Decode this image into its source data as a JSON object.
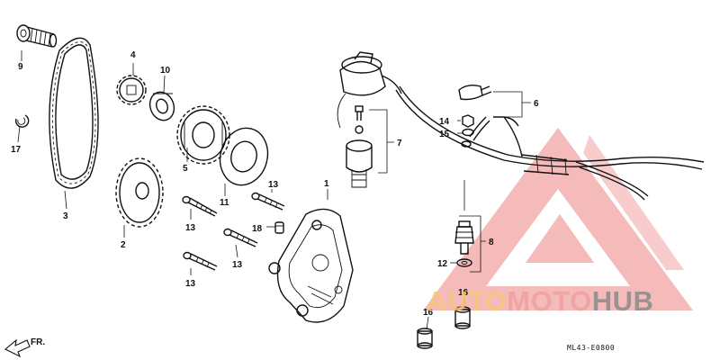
{
  "callouts": [
    {
      "id": "9",
      "text": "9"
    },
    {
      "id": "17",
      "text": "17"
    },
    {
      "id": "3",
      "text": "3"
    },
    {
      "id": "4",
      "text": "4"
    },
    {
      "id": "10",
      "text": "10"
    },
    {
      "id": "5",
      "text": "5"
    },
    {
      "id": "2",
      "text": "2"
    },
    {
      "id": "11",
      "text": "11"
    },
    {
      "id": "13a",
      "text": "13"
    },
    {
      "id": "13b",
      "text": "13"
    },
    {
      "id": "13c",
      "text": "13"
    },
    {
      "id": "13d",
      "text": "13"
    },
    {
      "id": "18",
      "text": "18"
    },
    {
      "id": "1",
      "text": "1"
    },
    {
      "id": "7",
      "text": "7"
    },
    {
      "id": "6",
      "text": "6"
    },
    {
      "id": "14",
      "text": "14"
    },
    {
      "id": "15",
      "text": "15"
    },
    {
      "id": "8",
      "text": "8"
    },
    {
      "id": "12",
      "text": "12"
    },
    {
      "id": "16a",
      "text": "16"
    },
    {
      "id": "16b",
      "text": "16"
    }
  ],
  "direction_marker": "FR.",
  "diagram_code": "ML43-E0800",
  "watermark": {
    "part1": "AUTO",
    "part2": "MOTO",
    "part3": "HUB",
    "color_primary": "#f0a0a0",
    "color_secondary": "#f6c77a",
    "color_dark": "#8a8a8a"
  }
}
